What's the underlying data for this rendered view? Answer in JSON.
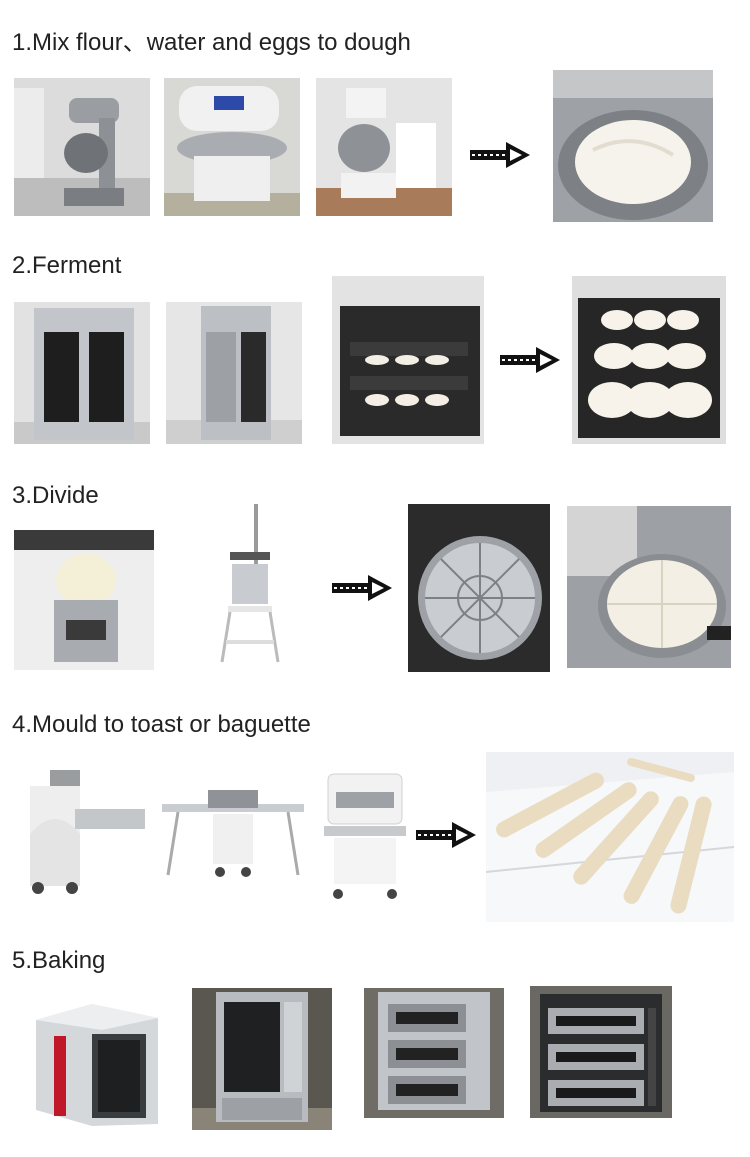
{
  "steps": [
    {
      "title": "1.Mix flour、water and eggs to dough"
    },
    {
      "title": "2.Ferment"
    },
    {
      "title": "3.Divide"
    },
    {
      "title": "4.Mould to toast or baguette"
    },
    {
      "title": "5.Baking"
    }
  ],
  "colors": {
    "steel": "#b8bcc0",
    "dough": "#f4efe4",
    "pan": "#2a2a2a",
    "arrow": "#111111"
  }
}
